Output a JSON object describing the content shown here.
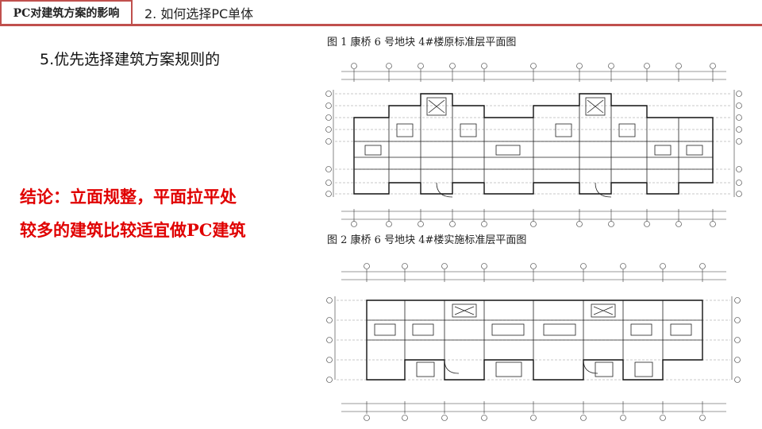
{
  "header": {
    "tab_label": "PC对建筑方案的影响",
    "subtitle": "2. 如何选择PC单体"
  },
  "main": {
    "heading": "5.优先选择建筑方案规则的",
    "conclusion_line1": "结论：立面规整，平面拉平处",
    "conclusion_line2": "较多的建筑比较适宜做PC建筑"
  },
  "figures": [
    {
      "caption": "图 1  康桥 6 号地块 4#楼原标准层平面图"
    },
    {
      "caption": "图 2  康桥 6 号地块 4#楼实施标准层平面图"
    }
  ],
  "colors": {
    "accent": "#c0504d",
    "conclusion": "#e00000"
  }
}
